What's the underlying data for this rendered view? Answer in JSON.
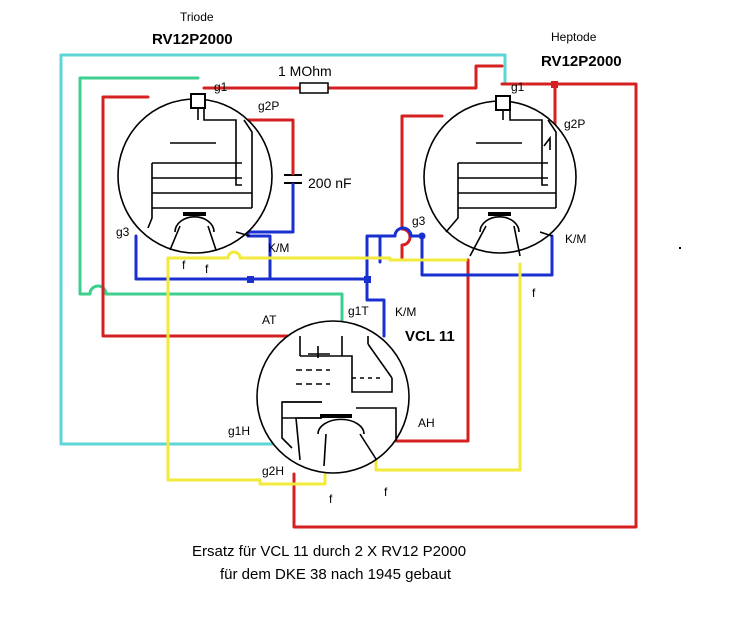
{
  "diagram": {
    "caption": {
      "line1": "Ersatz für VCL 11 durch 2 X RV12 P2000",
      "line2": "für dem DKE 38 nach 1945 gebaut"
    },
    "triode": {
      "role": "Triode",
      "type": "RV12P2000"
    },
    "heptode": {
      "role": "Heptode",
      "type": "RV12P2000"
    },
    "vcl11": {
      "type": "VCL 11"
    },
    "resistor": {
      "value": "1 MOhm"
    },
    "capacitor": {
      "value": "200 nF"
    },
    "pins": {
      "triode_g1": "g1",
      "triode_g2p": "g2P",
      "triode_g3": "g3",
      "triode_km": "K/M",
      "triode_f1": "f",
      "triode_f2": "f",
      "heptode_g1": "g1",
      "heptode_g2p": "g2P",
      "heptode_g3": "g3",
      "heptode_km": "K/M",
      "heptode_f": "f",
      "vcl_at": "AT",
      "vcl_g1t": "g1T",
      "vcl_km": "K/M",
      "vcl_g1h": "g1H",
      "vcl_g2h": "g2H",
      "vcl_ah": "AH",
      "vcl_f1": "f",
      "vcl_f2": "f"
    },
    "wire_colors": {
      "anode_red": "#d42020",
      "grid_cyan": "#5cd6d6",
      "grid_green": "#3ccf8e",
      "cathode_blue": "#1a2fd0",
      "heater_yellow": "#f2ea3a"
    }
  }
}
